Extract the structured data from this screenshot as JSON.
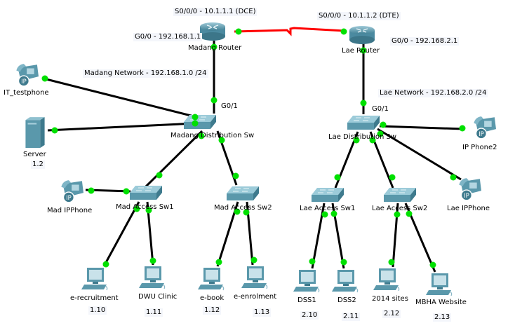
{
  "topology": {
    "devices": [
      {
        "id": "madang-router",
        "type": "router",
        "label": "Madang Router",
        "ip": ""
      },
      {
        "id": "lae-router",
        "type": "router",
        "label": "Lae Router",
        "ip": ""
      },
      {
        "id": "madang-dist-sw",
        "type": "switch",
        "label": "Madang Distribution Sw",
        "ip": ""
      },
      {
        "id": "lae-dist-sw",
        "type": "switch",
        "label": "Lae Distribution Sw",
        "ip": ""
      },
      {
        "id": "mad-access-sw1",
        "type": "switch",
        "label": "Mad Access Sw1",
        "ip": ""
      },
      {
        "id": "mad-access-sw2",
        "type": "switch",
        "label": "Mad Access Sw2",
        "ip": ""
      },
      {
        "id": "lae-access-sw1",
        "type": "switch",
        "label": "Lae Access Sw1",
        "ip": ""
      },
      {
        "id": "lae-access-sw2",
        "type": "switch",
        "label": "Lae Access Sw2",
        "ip": ""
      },
      {
        "id": "it-testphone",
        "type": "phone",
        "label": "IT_testphone",
        "ip": ""
      },
      {
        "id": "server",
        "type": "server",
        "label": "Server",
        "ip": "1.2"
      },
      {
        "id": "mad-ipphone",
        "type": "phone",
        "label": "Mad IPPhone",
        "ip": ""
      },
      {
        "id": "ip-phone2",
        "type": "phone",
        "label": "IP Phone2",
        "ip": ""
      },
      {
        "id": "lae-ipphone",
        "type": "phone",
        "label": "Lae IPPhone",
        "ip": ""
      },
      {
        "id": "e-recruitment",
        "type": "pc",
        "label": "e-recruitment",
        "ip": "1.10"
      },
      {
        "id": "dwu-clinic",
        "type": "pc",
        "label": "DWU Clinic",
        "ip": "1.11"
      },
      {
        "id": "e-book",
        "type": "pc",
        "label": "e-book",
        "ip": "1.12"
      },
      {
        "id": "e-enrolment",
        "type": "pc",
        "label": "e-enrolment",
        "ip": "1.13"
      },
      {
        "id": "dss1",
        "type": "pc",
        "label": "DSS1",
        "ip": "2.10"
      },
      {
        "id": "dss2",
        "type": "pc",
        "label": "DSS2",
        "ip": "2.11"
      },
      {
        "id": "sites-2014",
        "type": "pc",
        "label": "2014 sites",
        "ip": "2.12"
      },
      {
        "id": "mbha-website",
        "type": "pc",
        "label": "MBHA Website",
        "ip": "2.13"
      }
    ],
    "links": [
      {
        "from": "madang-router",
        "to": "lae-router",
        "kind": "serial"
      },
      {
        "from": "madang-router",
        "to": "madang-dist-sw",
        "kind": "ethernet"
      },
      {
        "from": "lae-router",
        "to": "lae-dist-sw",
        "kind": "ethernet"
      },
      {
        "from": "it-testphone",
        "to": "madang-dist-sw",
        "kind": "ethernet"
      },
      {
        "from": "server",
        "to": "madang-dist-sw",
        "kind": "ethernet"
      },
      {
        "from": "madang-dist-sw",
        "to": "mad-access-sw1",
        "kind": "ethernet"
      },
      {
        "from": "madang-dist-sw",
        "to": "mad-access-sw2",
        "kind": "ethernet"
      },
      {
        "from": "mad-ipphone",
        "to": "mad-access-sw1",
        "kind": "ethernet"
      },
      {
        "from": "mad-access-sw1",
        "to": "e-recruitment",
        "kind": "ethernet"
      },
      {
        "from": "mad-access-sw1",
        "to": "dwu-clinic",
        "kind": "ethernet"
      },
      {
        "from": "mad-access-sw2",
        "to": "e-book",
        "kind": "ethernet"
      },
      {
        "from": "mad-access-sw2",
        "to": "e-enrolment",
        "kind": "ethernet"
      },
      {
        "from": "lae-dist-sw",
        "to": "ip-phone2",
        "kind": "ethernet"
      },
      {
        "from": "lae-dist-sw",
        "to": "lae-access-sw1",
        "kind": "ethernet"
      },
      {
        "from": "lae-dist-sw",
        "to": "lae-access-sw2",
        "kind": "ethernet"
      },
      {
        "from": "lae-dist-sw",
        "to": "lae-ipphone",
        "kind": "ethernet"
      },
      {
        "from": "lae-access-sw1",
        "to": "dss1",
        "kind": "ethernet"
      },
      {
        "from": "lae-access-sw1",
        "to": "dss2",
        "kind": "ethernet"
      },
      {
        "from": "lae-access-sw2",
        "to": "sites-2014",
        "kind": "ethernet"
      },
      {
        "from": "lae-access-sw2",
        "to": "mbha-website",
        "kind": "ethernet"
      }
    ]
  },
  "annotations": {
    "madang_serial": "S0/0/0 - 10.1.1.1 (DCE)",
    "lae_serial": "S0/0/0 - 10.1.1.2 (DTE)",
    "madang_g00": "G0/0 - 192.168.1.1",
    "lae_g00": "G0/0 - 192.168.2.1",
    "madang_network": "Madang Network -  192.168.1.0 /24",
    "lae_network": "Lae Network -  192.168.2.0 /24",
    "madang_g01": "G0/1",
    "lae_g01": "G0/1"
  },
  "colors": {
    "ethernet": "#000000",
    "serial": "#ff0000",
    "link_up": "#00e000",
    "device_body": "#5b9bb0"
  }
}
